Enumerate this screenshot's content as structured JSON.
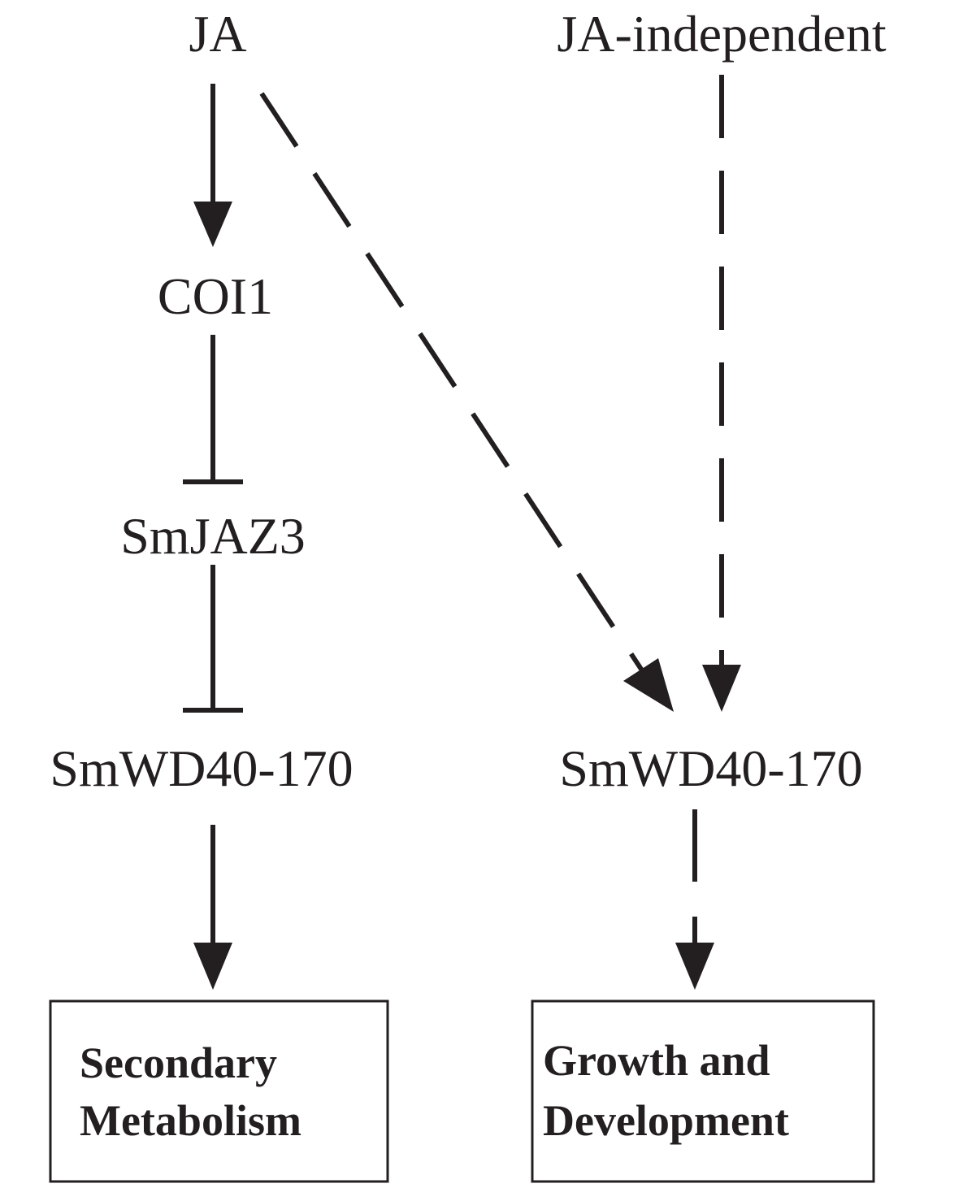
{
  "diagram": {
    "nodes": {
      "ja": "JA",
      "ja_independent": "JA-independent",
      "coi1": "COI1",
      "smjaz3": "SmJAZ3",
      "smwd40_left": "SmWD40-170",
      "smwd40_right": "SmWD40-170"
    },
    "outcomes": {
      "secondary_metabolism": {
        "line1": "Secondary",
        "line2": "Metabolism"
      },
      "growth_development": {
        "line1": "Growth and",
        "line2": "Development"
      }
    },
    "edges": [
      {
        "from": "ja",
        "to": "coi1",
        "relation": "activation",
        "line": "solid"
      },
      {
        "from": "coi1",
        "to": "smjaz3",
        "relation": "inhibition",
        "line": "solid"
      },
      {
        "from": "smjaz3",
        "to": "smwd40_left",
        "relation": "inhibition",
        "line": "solid"
      },
      {
        "from": "smwd40_left",
        "to": "secondary_metabolism",
        "relation": "activation",
        "line": "solid"
      },
      {
        "from": "ja",
        "to": "smwd40_right",
        "relation": "activation",
        "line": "dashed"
      },
      {
        "from": "ja_independent",
        "to": "smwd40_right",
        "relation": "activation",
        "line": "dashed"
      },
      {
        "from": "smwd40_right",
        "to": "growth_development",
        "relation": "activation",
        "line": "dashed"
      }
    ]
  }
}
